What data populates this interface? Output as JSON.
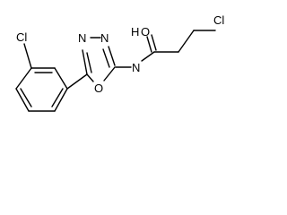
{
  "molecule": {
    "atoms": {
      "n3": "N",
      "n4": "N",
      "o_ring": "O",
      "n_amide": "N",
      "h_amide": "H",
      "o_carbonyl": "O",
      "cl_chain": "Cl",
      "cl_aryl": "Cl"
    },
    "colors": {
      "bond": "#000000",
      "label": "#000000",
      "background": "#ffffff"
    }
  }
}
